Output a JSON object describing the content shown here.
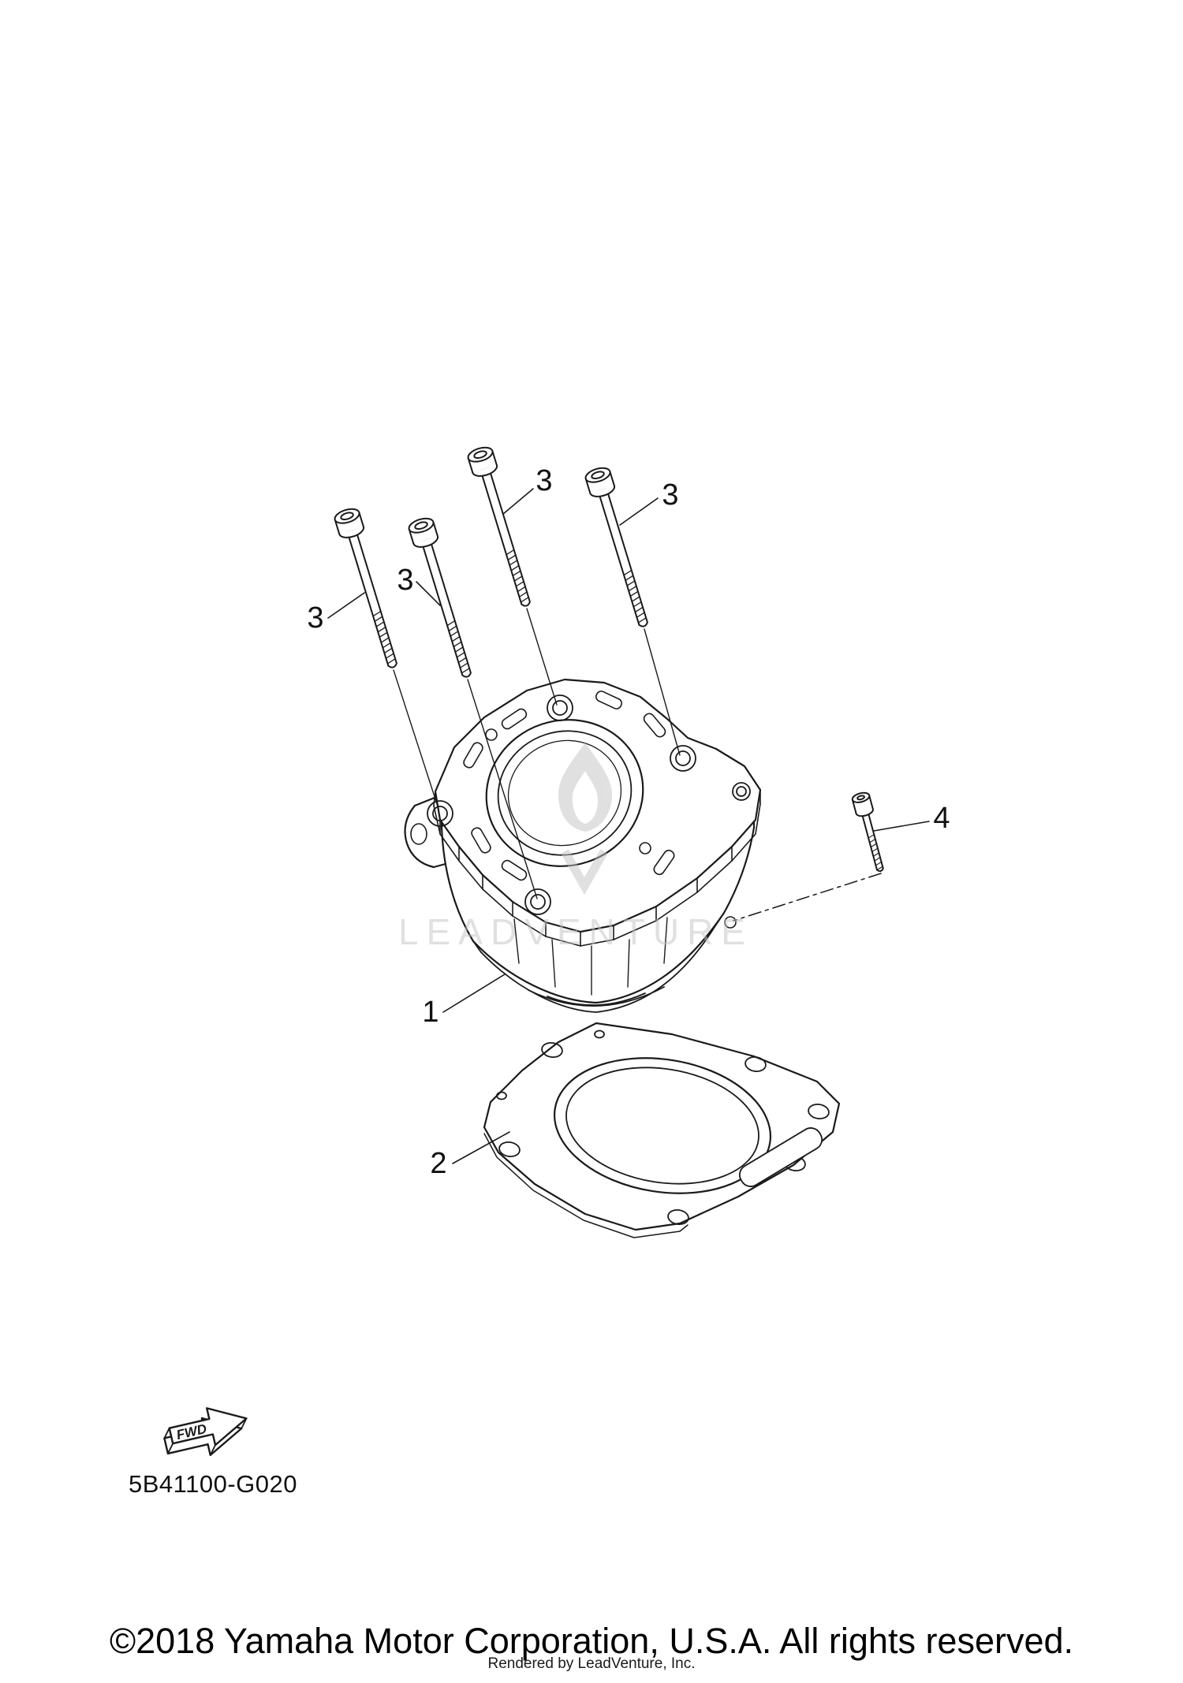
{
  "diagram": {
    "part_code": "5B41100-G020",
    "fwd_label": "FWD",
    "callouts": {
      "cylinder": "1",
      "gasket": "2",
      "stud": "3",
      "bolt": "4"
    }
  },
  "watermark": {
    "logo_text": "LEADVENTURE",
    "color": "#c3c3c3"
  },
  "colors": {
    "line": "#1a1a1a"
  },
  "footer": {
    "copyright": "©2018 Yamaha Motor Corporation, U.S.A. All rights reserved.",
    "render_credit": "Rendered by LeadVenture, Inc."
  }
}
